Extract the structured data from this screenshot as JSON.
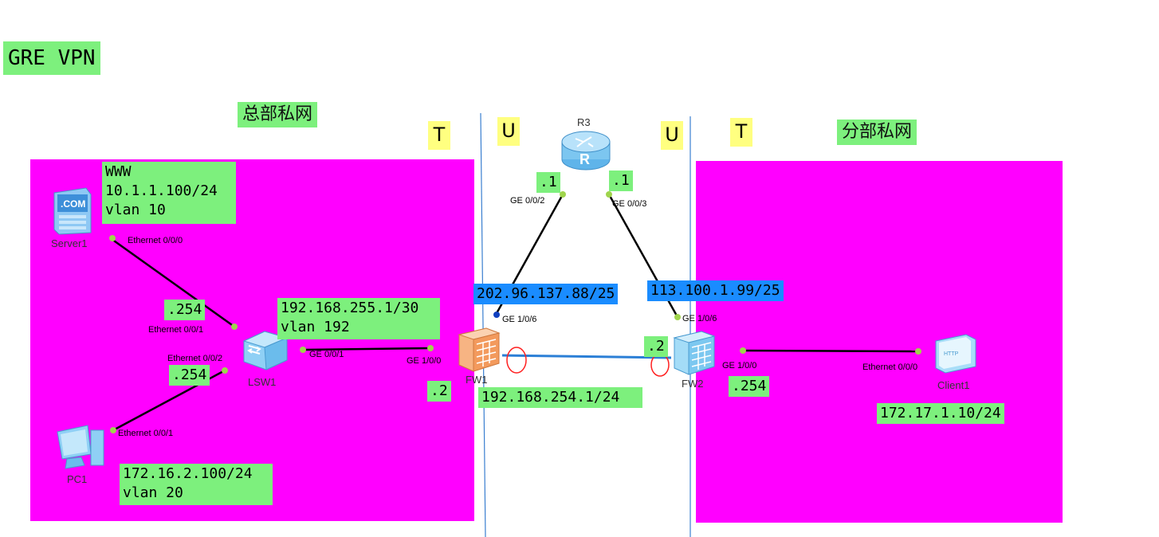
{
  "title": "GRE VPN",
  "zones": {
    "hq_label": "总部私网",
    "branch_label": "分部私网",
    "trust_left": "T",
    "untrust_left": "U",
    "untrust_right": "U",
    "trust_right": "T"
  },
  "devices": {
    "server1": "Server1",
    "lsw1": "LSW1",
    "pc1": "PC1",
    "fw1": "FW1",
    "fw2": "FW2",
    "r3": "R3",
    "client1": "Client1"
  },
  "ports": {
    "server1_eth": "Ethernet 0/0/0",
    "lsw1_eth1": "Ethernet 0/0/1",
    "lsw1_eth2": "Ethernet 0/0/2",
    "lsw1_ge": "GE 0/0/1",
    "pc1_eth": "Ethernet 0/0/1",
    "fw1_ge100": "GE 1/0/0",
    "fw1_ge106": "GE 1/0/6",
    "r3_ge2": "GE 0/0/2",
    "r3_ge3": "GE 0/0/3",
    "fw2_ge106": "GE 1/0/6",
    "fw2_ge100": "GE 1/0/0",
    "client1_eth": "Ethernet 0/0/0"
  },
  "labels": {
    "server_info": "WWW\n10.1.1.100/24\nvlan 10",
    "lsw_254_top": ".254",
    "lsw_254_bottom": ".254",
    "lsw_vlanif": "192.168.255.1/30\nvlan 192",
    "fw1_2": ".2",
    "pc_info": "172.16.2.100/24\nvlan 20",
    "r3_left": ".1",
    "r3_right": ".1",
    "fw1_public": "202.96.137.88/25",
    "fw2_public": "113.100.1.99/25",
    "tunnel_net": "192.168.254.1/24",
    "fw2_tunnel_2": ".2",
    "fw2_254": ".254",
    "client_ip": "172.17.1.10/24"
  },
  "colors": {
    "private_zone": "#ff00ff",
    "label_bg": "#7df07d",
    "zone_tag_bg": "#ffff80",
    "public_ip_bg": "#1a8cff",
    "tunnel_line": "#2b7fd6",
    "link_line": "#000000"
  }
}
